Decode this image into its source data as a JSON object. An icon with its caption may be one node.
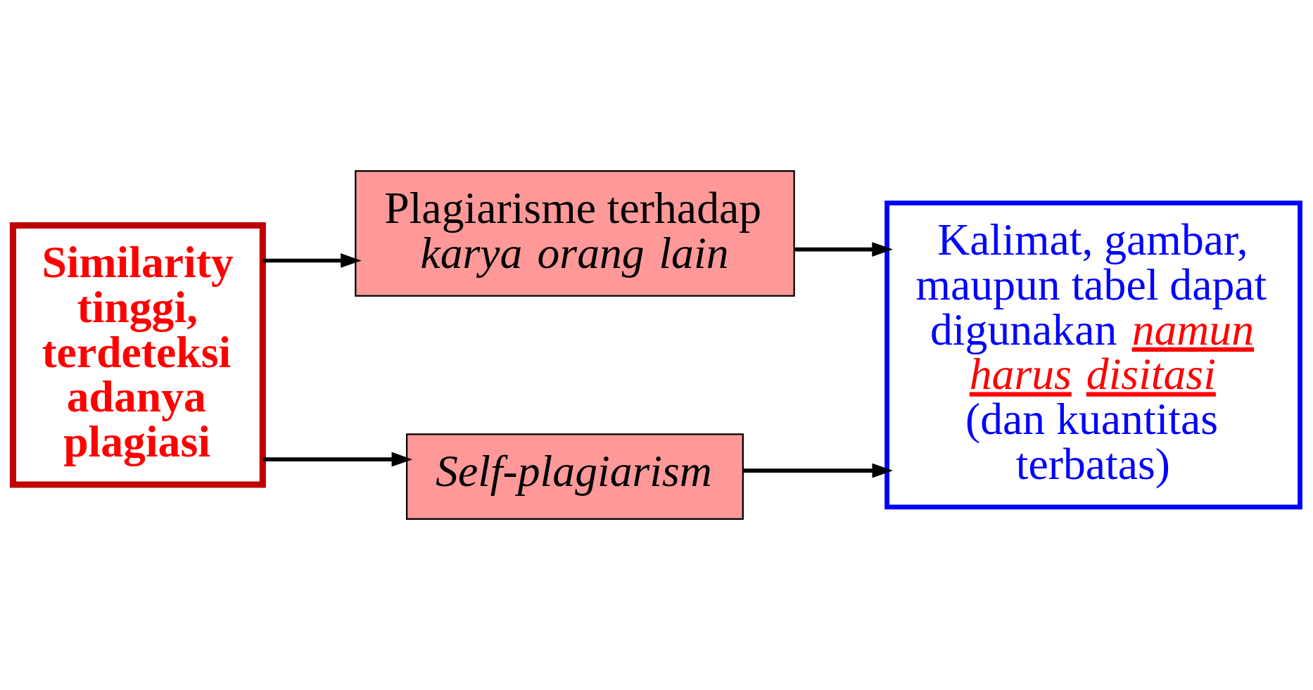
{
  "diagram": {
    "nodes": [
      {
        "text": [
          "Similarity tinggi, terdeteksi adanya plagiasi"
        ]
      },
      {
        "text": [
          "Plagiarisme terhadap *karya orang lain*"
        ]
      },
      {
        "text": [
          "*Self-plagiarism*"
        ]
      },
      {
        "text": [
          "Kalimat, gambar, maupun tabel dapat digunakan *namun harus disitasi* (dan kuantitas terbatas)"
        ]
      }
    ],
    "edges": [
      {
        "from": 0,
        "to": 1,
        "arrow": "to"
      },
      {
        "from": 0,
        "to": 2,
        "arrow": "to"
      },
      {
        "from": 1,
        "to": 3,
        "arrow": "to"
      },
      {
        "from": 2,
        "to": 3,
        "arrow": "to"
      }
    ]
  }
}
